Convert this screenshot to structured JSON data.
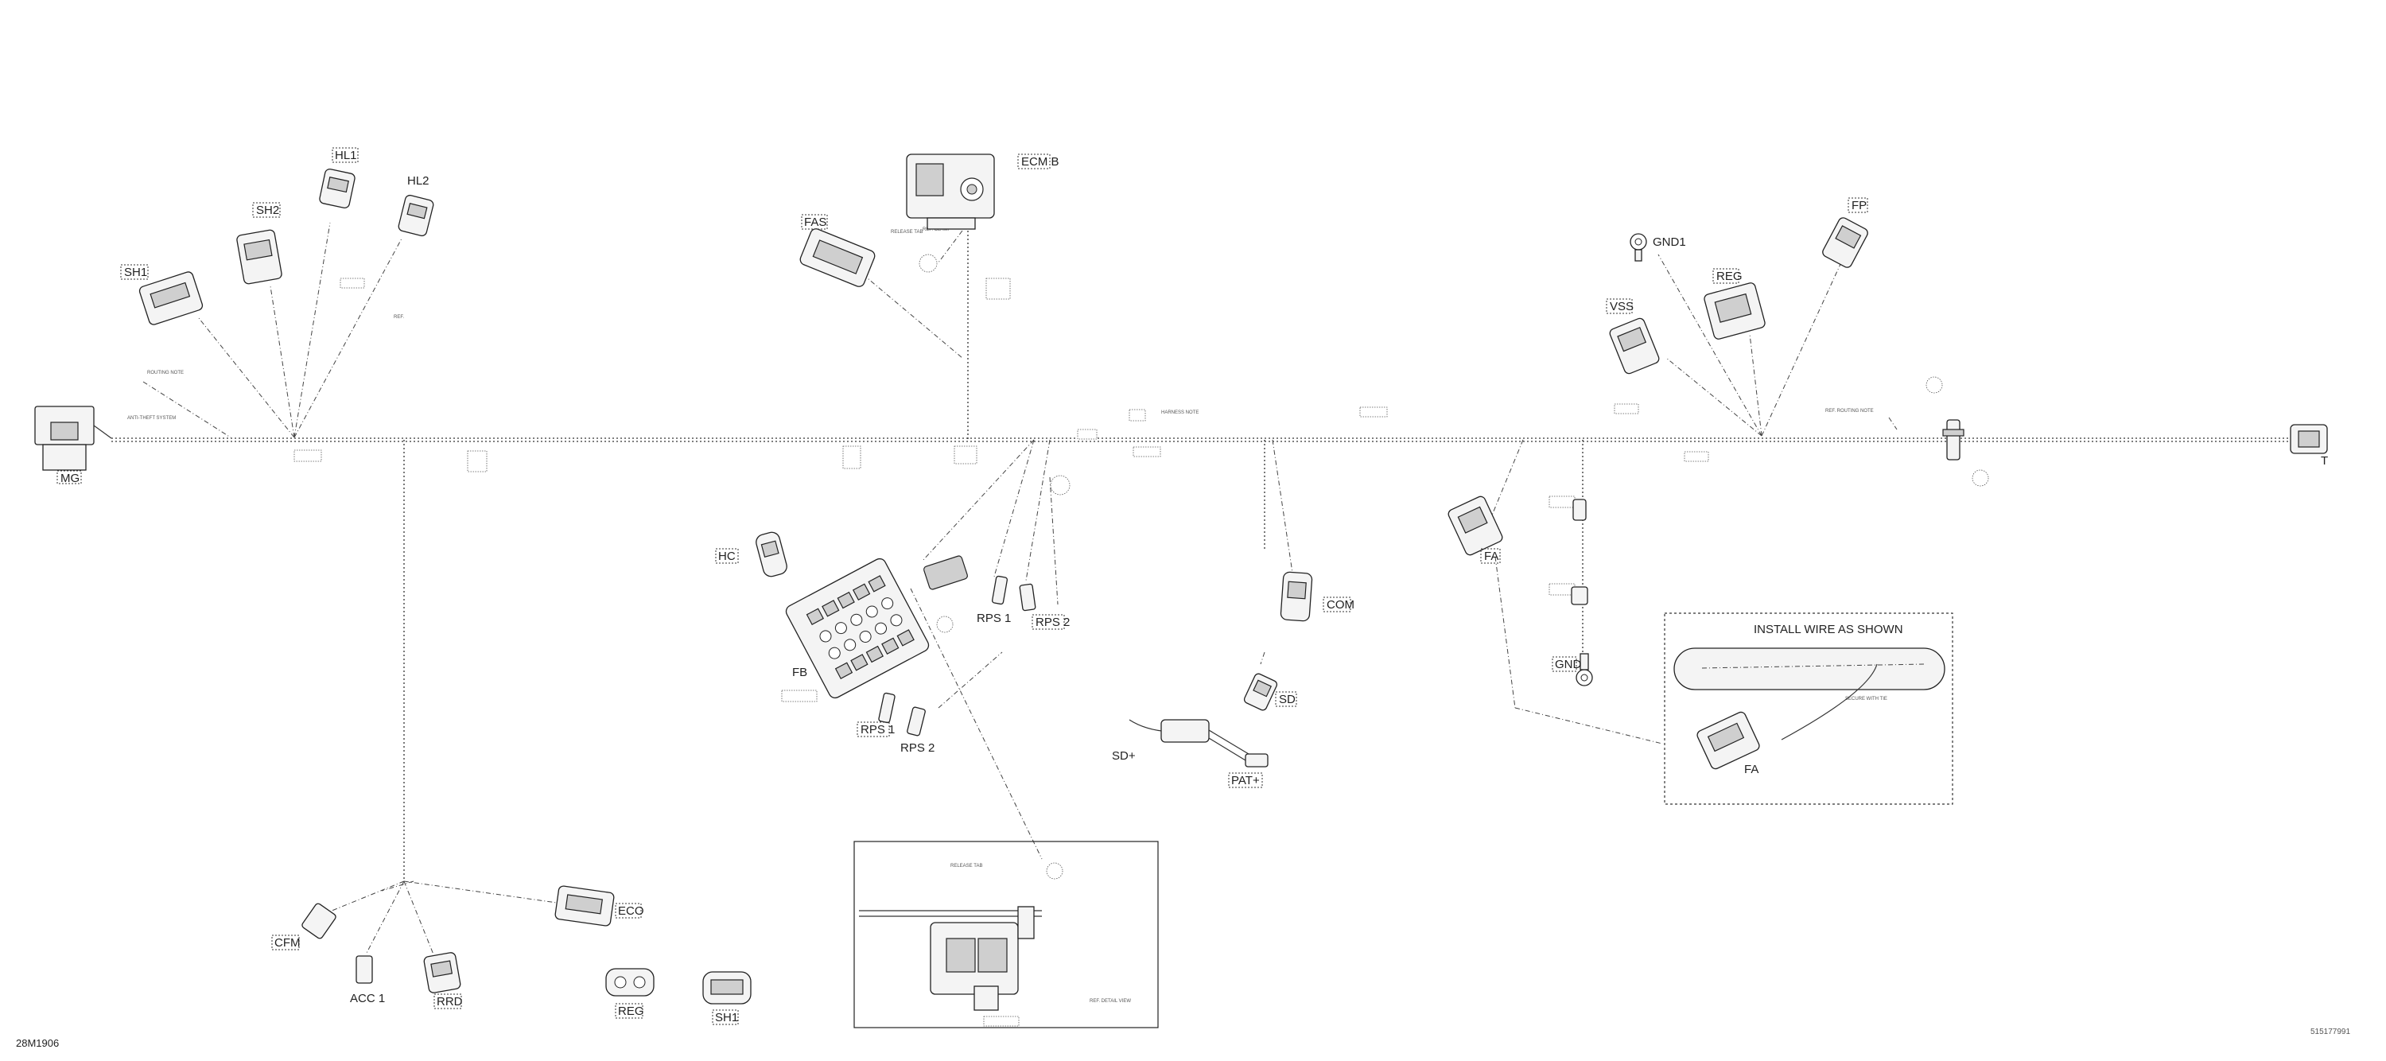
{
  "drawing_number": "28M1906",
  "part_number": "515177991",
  "connectors": {
    "MG": "MG",
    "SH1": "SH1",
    "SH2": "SH2",
    "HL1": "HL1",
    "HL2": "HL2",
    "FAS": "FAS",
    "ECM": "ECM B",
    "GND1": "GND1",
    "REG": "REG",
    "VSS": "VSS",
    "FP": "FP",
    "T": "T",
    "HC": "HC",
    "FB": "FB",
    "RPS1_upper": "RPS 1",
    "RPS2_upper": "RPS 2",
    "RPS1_lower": "RPS 1",
    "RPS2_lower": "RPS 2",
    "COM": "COM",
    "SD": "SD",
    "SDP": "SD+",
    "PAT": "PAT+",
    "FA": "FA",
    "GND": "GND",
    "CFM": "CFM",
    "ACC1": "ACC 1",
    "RRD": "RRD",
    "ECO": "ECO",
    "REG_lower": "REG",
    "SH3": "SH1"
  },
  "detail_install": {
    "title": "INSTALL WIRE AS SHOWN",
    "connector": "FA"
  },
  "icons": {
    "ring_terminal": "ring-terminal-icon",
    "connector": "connector-icon"
  }
}
